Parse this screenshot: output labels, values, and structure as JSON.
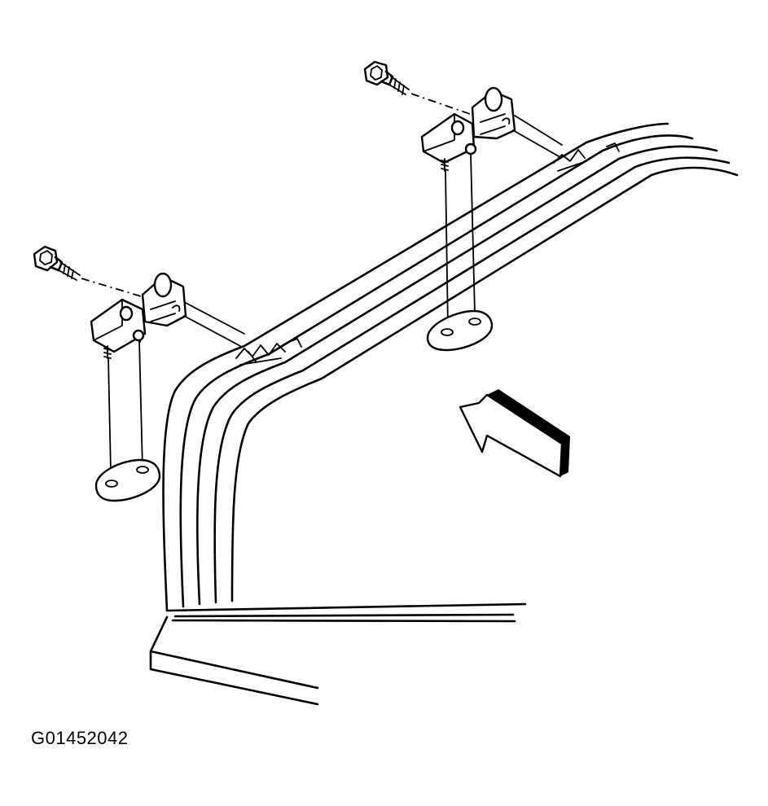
{
  "figure": {
    "code": "G01452042"
  },
  "components": {
    "bolts": 2,
    "brackets": 2,
    "mounting_pads": 2,
    "arrow_icon": "direction-arrow-icon"
  },
  "colors": {
    "line": "#000000",
    "background": "#ffffff"
  }
}
